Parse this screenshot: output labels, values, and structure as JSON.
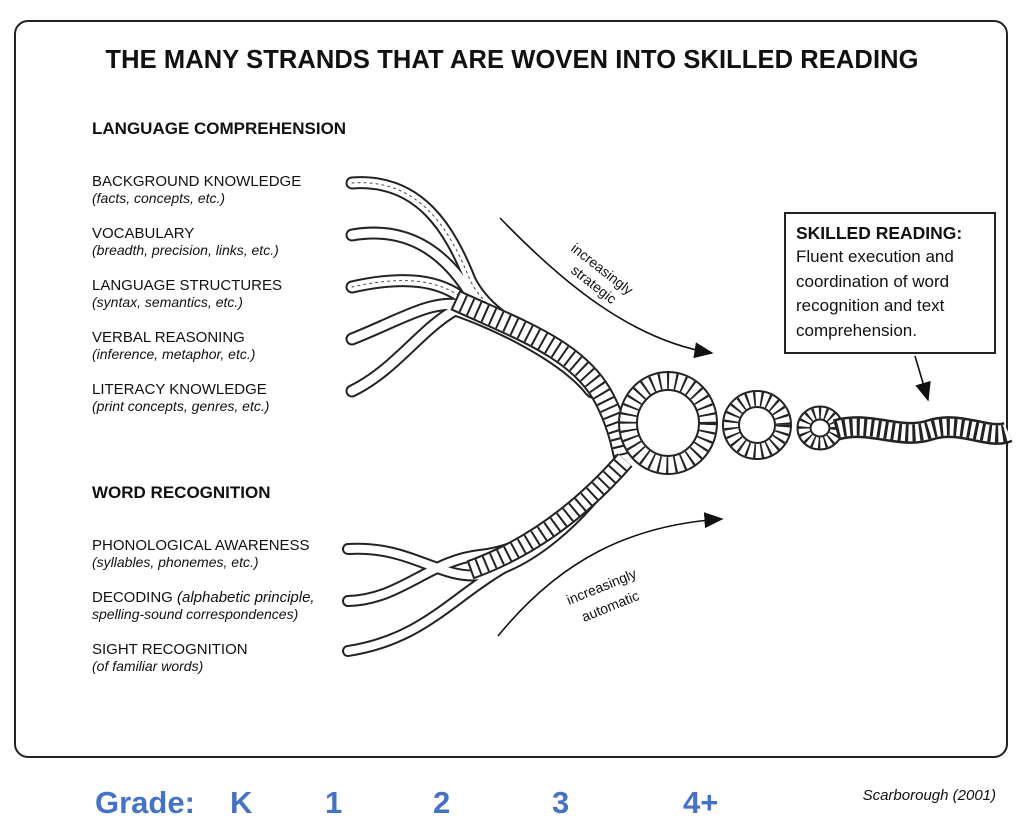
{
  "title": "THE MANY STRANDS THAT ARE WOVEN INTO SKILLED READING",
  "language_comprehension": {
    "heading": "LANGUAGE COMPREHENSION",
    "items": [
      {
        "label": "BACKGROUND KNOWLEDGE",
        "detail": "(facts, concepts, etc.)"
      },
      {
        "label": "VOCABULARY",
        "detail": "(breadth, precision, links, etc.)"
      },
      {
        "label": "LANGUAGE STRUCTURES",
        "detail": "(syntax, semantics, etc.)"
      },
      {
        "label": "VERBAL REASONING",
        "detail": "(inference, metaphor, etc.)"
      },
      {
        "label": "LITERACY KNOWLEDGE",
        "detail": "(print concepts, genres, etc.)"
      }
    ]
  },
  "word_recognition": {
    "heading": "WORD RECOGNITION",
    "items": [
      {
        "label": "PHONOLOGICAL AWARENESS",
        "detail": "(syllables, phonemes, etc.)"
      },
      {
        "label": "DECODING",
        "detail_inline": "(alphabetic principle,",
        "detail": "spelling-sound correspondences)"
      },
      {
        "label": "SIGHT RECOGNITION",
        "detail": "(of familiar words)"
      }
    ]
  },
  "arrows": {
    "upper": [
      "increasingly",
      "strategic"
    ],
    "lower": [
      "increasingly",
      "automatic"
    ]
  },
  "skilled_reading": {
    "heading": "SKILLED READING:",
    "lines": [
      "Fluent execution and",
      "coordination of word",
      "recognition and text",
      "comprehension."
    ]
  },
  "grades": {
    "label": "Grade:",
    "values": [
      "K",
      "1",
      "2",
      "3",
      "4+"
    ]
  },
  "citation": "Scarborough (2001)",
  "colors": {
    "grade": "#4472c4",
    "rope": "#222222"
  }
}
